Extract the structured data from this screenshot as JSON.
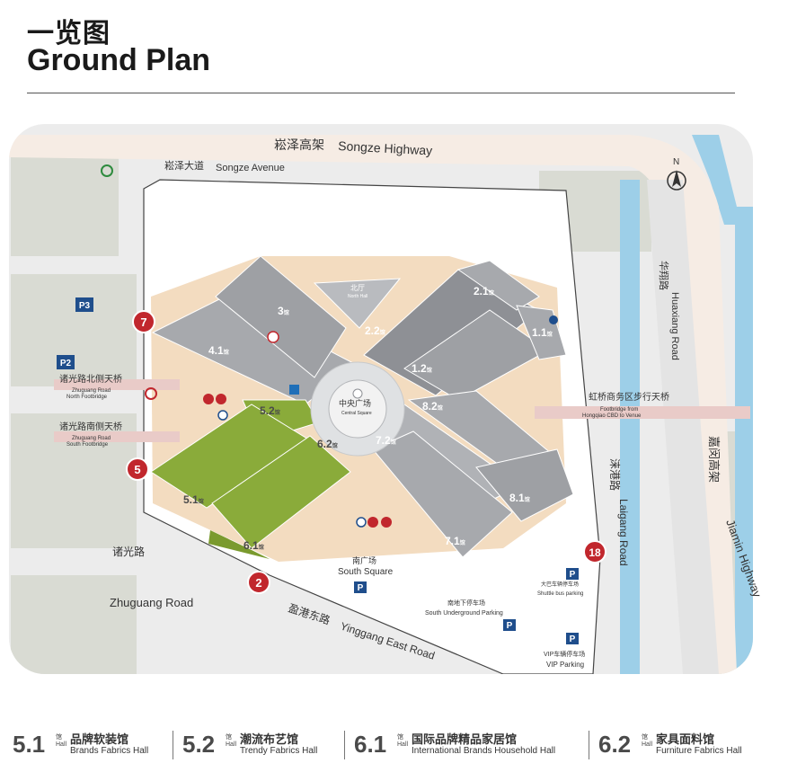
{
  "header": {
    "title_zh": "一览图",
    "title_en": "Ground Plan"
  },
  "roads": {
    "songze_highway_zh": "崧泽高架",
    "songze_highway_en": "Songze Highway",
    "songze_avenue_zh": "崧泽大道",
    "songze_avenue_en": "Songze Avenue",
    "huaxiang_zh": "华翔路",
    "huaxiang_en": "Huaxiang Road",
    "zhuguang_zh": "诸光路",
    "zhuguang_en": "Zhuguang Road",
    "yinggang_zh": "盈港东路",
    "yinggang_en": "Yinggang East Road",
    "laigang_zh": "涞港路",
    "laigang_en": "Laigang Road",
    "jiamin_zh": "嘉闵高架",
    "jiamin_en": "Jiamin Highway"
  },
  "footbridges": {
    "north_zh": "诸光路北侧天桥",
    "north_en1": "Zhuguang Road",
    "north_en2": "North Footbridge",
    "south_zh": "诸光路南侧天桥",
    "south_en1": "Zhuguang Road",
    "south_en2": "South Footbridge",
    "hongqiao_zh": "虹桥商务区步行天桥",
    "hongqiao_en1": "Footbridge from",
    "hongqiao_en2": "Hongqiao CBD to Venue"
  },
  "areas": {
    "central_zh": "中央广场",
    "central_en": "Central Square",
    "north_hall_zh": "北厅",
    "north_hall_en": "North Hall",
    "south_square_zh": "南广场",
    "south_square_en": "South Square",
    "underground_zh": "南地下停车场",
    "underground_en": "South Underground Parking",
    "shuttle_zh": "大巴车辆停车场",
    "shuttle_en": "Shuttle bus parking",
    "vip_zh": "VIP车辆停车场",
    "vip_en": "VIP Parking"
  },
  "halls": [
    "3",
    "4.1",
    "5.2",
    "6.2",
    "5.1",
    "6.1",
    "2.1",
    "2.2",
    "1.1",
    "1.2",
    "8.2",
    "7.2",
    "8.1",
    "7.1"
  ],
  "hall_suffix": "馆",
  "gates": [
    "7",
    "5",
    "2",
    "18"
  ],
  "parking_labels": [
    "P3",
    "P2",
    "P",
    "P",
    "P",
    "P"
  ],
  "compass": "N",
  "legend": [
    {
      "num": "5.1",
      "zh": "品牌软装馆",
      "en": "Brands Fabrics Hall"
    },
    {
      "num": "5.2",
      "zh": "潮流布艺馆",
      "en": "Trendy Fabrics Hall"
    },
    {
      "num": "6.1",
      "zh": "国际品牌精品家居馆",
      "en": "International Brands Household Hall"
    },
    {
      "num": "6.2",
      "zh": "家具面料馆",
      "en": "Furniture Fabrics Hall"
    }
  ],
  "legend_hall_zh": "馆",
  "legend_hall_en": "Hall",
  "colors": {
    "highlight": "#8aab3a",
    "hall": "#a7a9ad",
    "hall_dark": "#8e9095",
    "sand": "#f3dcc0",
    "road": "#e8e8e8",
    "green": "#d9dbd3",
    "water": "#9dcfe8",
    "gate": "#c1272d"
  }
}
